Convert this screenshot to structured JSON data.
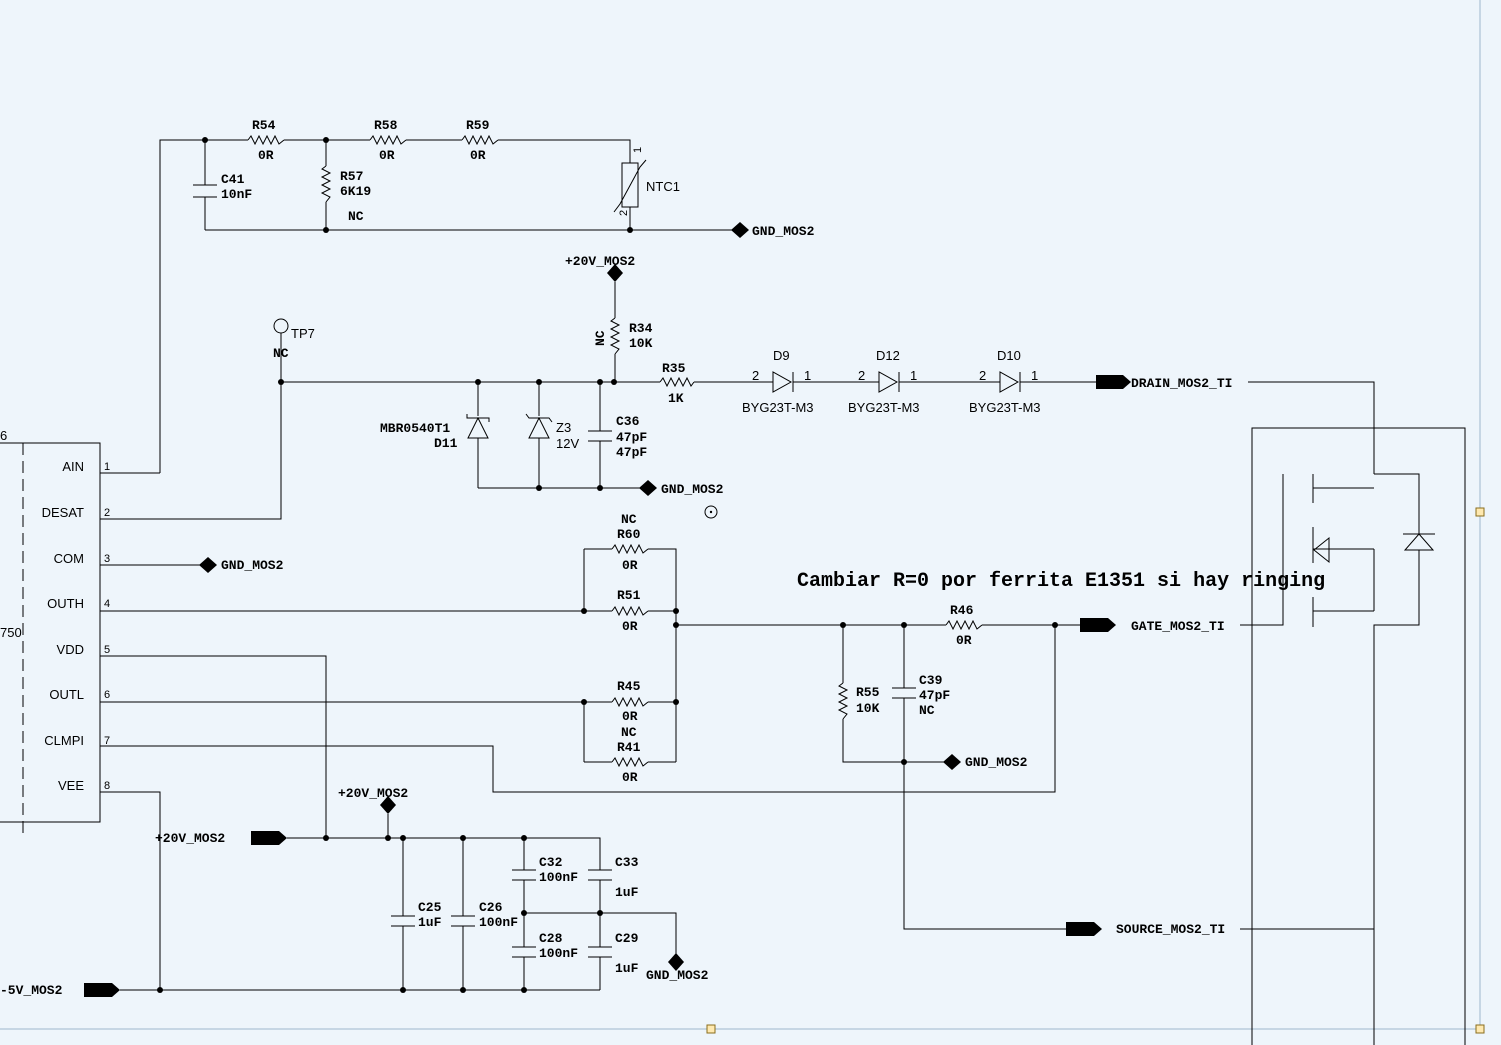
{
  "note": "Cambiar R=0 por ferrita E1351 si hay ringing",
  "ic": {
    "ref_partial": "6",
    "value_partial": "750",
    "pins": [
      {
        "num": "1",
        "name": "AIN"
      },
      {
        "num": "2",
        "name": "DESAT"
      },
      {
        "num": "3",
        "name": "COM"
      },
      {
        "num": "4",
        "name": "OUTH"
      },
      {
        "num": "5",
        "name": "VDD"
      },
      {
        "num": "6",
        "name": "OUTL"
      },
      {
        "num": "7",
        "name": "CLMPI"
      },
      {
        "num": "8",
        "name": "VEE"
      }
    ]
  },
  "nets": {
    "gnd": "GND_MOS2",
    "p20v": "+20V_MOS2",
    "m5v": "-5V_MOS2",
    "drain": "DRAIN_MOS2_TI",
    "gate": "GATE_MOS2_TI",
    "source": "SOURCE_MOS2_TI"
  },
  "parts": {
    "R54": {
      "ref": "R54",
      "val": "0R"
    },
    "R58": {
      "ref": "R58",
      "val": "0R"
    },
    "R59": {
      "ref": "R59",
      "val": "0R"
    },
    "R57": {
      "ref": "R57",
      "val": "6K19",
      "extra": "NC"
    },
    "C41": {
      "ref": "C41",
      "val": "10nF"
    },
    "NTC1": {
      "ref": "NTC1",
      "pin1": "1",
      "pin2": "2"
    },
    "TP7": {
      "ref": "TP7",
      "extra": "NC"
    },
    "R34": {
      "ref": "R34",
      "val": "10K",
      "extra": "NC"
    },
    "R35": {
      "ref": "R35",
      "val": "1K"
    },
    "D9": {
      "ref": "D9",
      "val": "BYG23T-M3"
    },
    "D12": {
      "ref": "D12",
      "val": "BYG23T-M3"
    },
    "D10": {
      "ref": "D10",
      "val": "BYG23T-M3"
    },
    "diode_pin_a": "2",
    "diode_pin_k": "1",
    "D11": {
      "ref": "D11",
      "val": "MBR0540T1"
    },
    "Z3": {
      "ref": "Z3",
      "val": "12V"
    },
    "C36": {
      "ref": "C36",
      "val": "47pF",
      "val2": "47pF"
    },
    "R60": {
      "ref": "R60",
      "val": "0R",
      "extra": "NC"
    },
    "R51": {
      "ref": "R51",
      "val": "0R"
    },
    "R45": {
      "ref": "R45",
      "val": "0R"
    },
    "R41": {
      "ref": "R41",
      "val": "0R",
      "extra": "NC"
    },
    "R46": {
      "ref": "R46",
      "val": "0R"
    },
    "R55": {
      "ref": "R55",
      "val": "10K"
    },
    "C39": {
      "ref": "C39",
      "val": "47pF",
      "extra": "NC"
    },
    "C25": {
      "ref": "C25",
      "val": "1uF"
    },
    "C26": {
      "ref": "C26",
      "val": "100nF"
    },
    "C32": {
      "ref": "C32",
      "val": "100nF"
    },
    "C33": {
      "ref": "C33",
      "val": "1uF"
    },
    "C28": {
      "ref": "C28",
      "val": "100nF"
    },
    "C29": {
      "ref": "C29",
      "val": "1uF"
    }
  }
}
